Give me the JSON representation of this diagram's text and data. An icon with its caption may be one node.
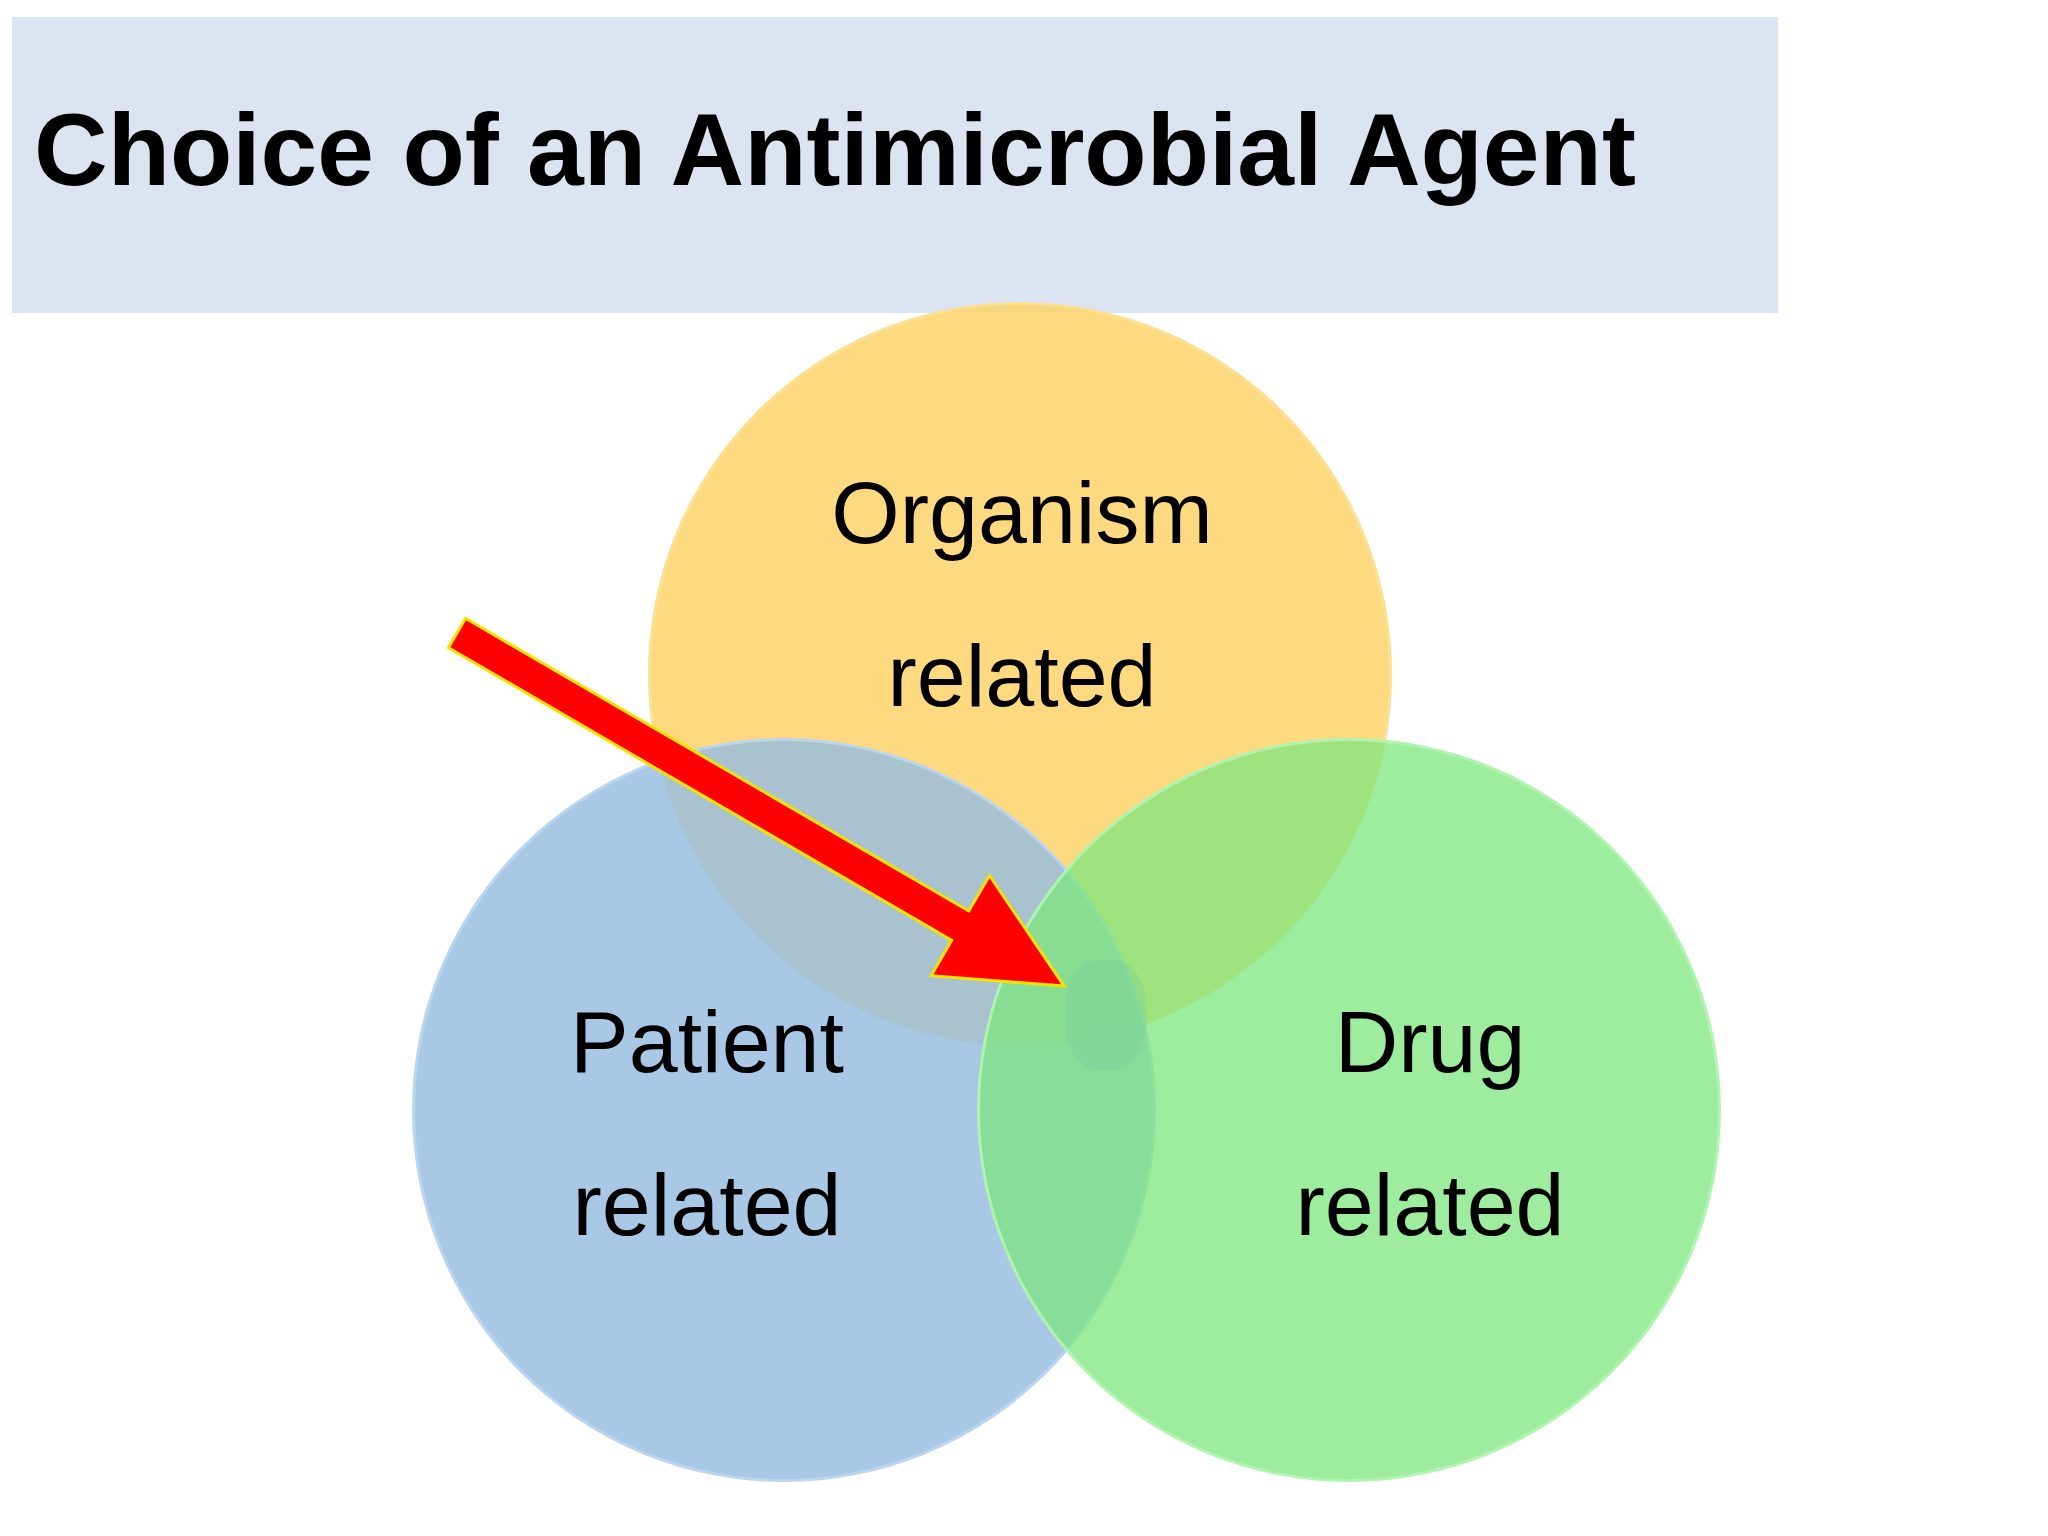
{
  "diagram": {
    "title": "Choice of an Antimicrobial Agent",
    "nodes": [
      {
        "text": [
          "Organism related"
        ]
      },
      {
        "text": [
          "Patient related"
        ]
      },
      {
        "text": [
          "Drug related"
        ]
      },
      {
        "text": [],
        "shape": "region"
      }
    ],
    "edges": [
      {
        "from": null,
        "to": 3,
        "arrow": "to",
        "style": "thick",
        "color": "#ff0000"
      }
    ]
  }
}
